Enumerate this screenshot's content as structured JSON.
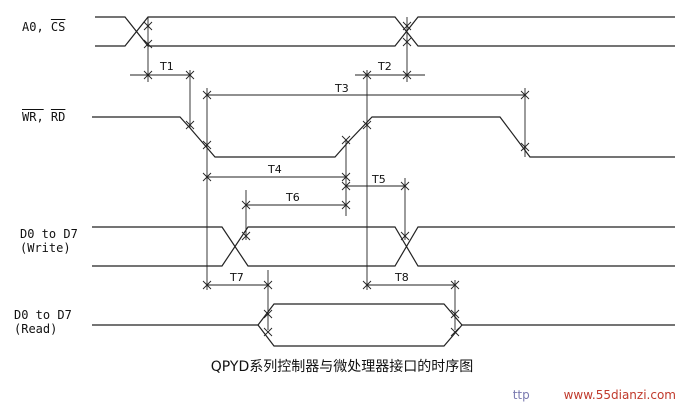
{
  "signals": {
    "a0_cs": {
      "a0": "A0,",
      "cs": "CS"
    },
    "wr_rd": {
      "wr": "WR,",
      "rd": "RD"
    },
    "d_write": {
      "line1": "D0 to D7",
      "line2": "(Write)"
    },
    "d_read": {
      "line1": "D0 to D7",
      "line2": "(Read)"
    }
  },
  "timings": [
    "T1",
    "T2",
    "T3",
    "T4",
    "T5",
    "T6",
    "T7",
    "T8"
  ],
  "caption": "QPYD系列控制器与微处理器接口的时序图",
  "watermark": {
    "prefix": "ttp",
    "url": "www.55dianzi.com"
  }
}
